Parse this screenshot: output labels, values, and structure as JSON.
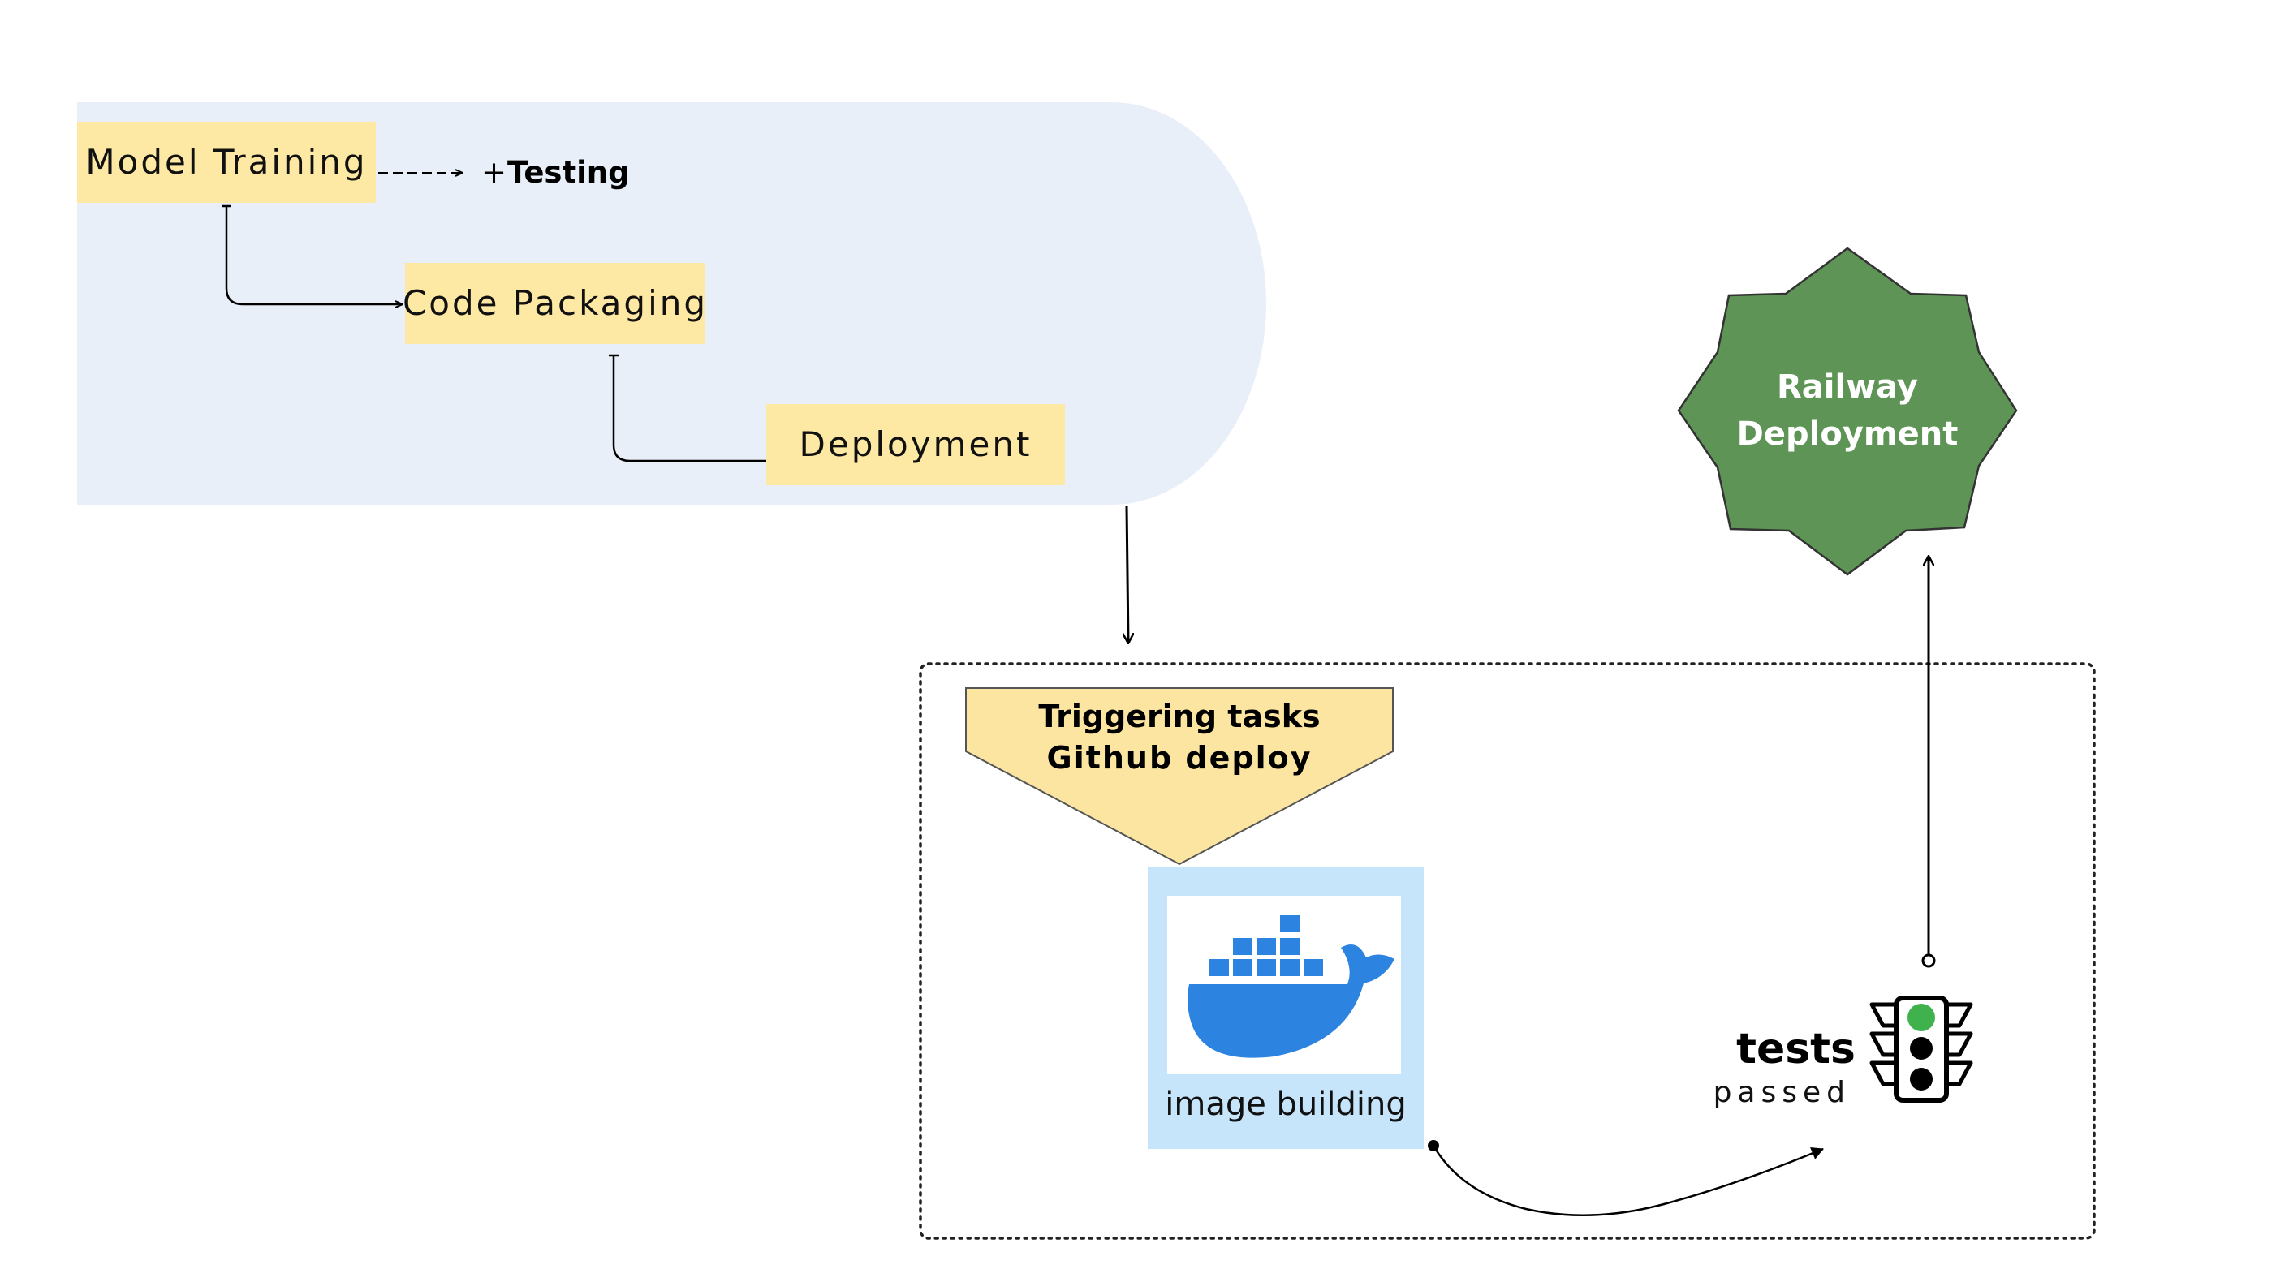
{
  "nodes": {
    "model_training": "Model Training",
    "testing_prefix": "+",
    "testing": "Testing",
    "code_packaging": "Code Packaging",
    "deployment": "Deployment",
    "trigger_line1": "Triggering tasks",
    "trigger_line2": "Github deploy",
    "image_building": "image building",
    "tests": "tests",
    "passed": "passed",
    "railway_line1": "Railway",
    "railway_line2": "Deployment"
  },
  "icons": {
    "docker": "docker-whale-icon",
    "traffic_light": "traffic-light-icon"
  },
  "colors": {
    "pipeline_bg": "#e9eff8",
    "step_box": "#fde8a4",
    "trigger_box": "#fbe5a1",
    "docker_frame": "#c6e5fb",
    "docker_blue": "#2c83e0",
    "railway_green": "#5e9456",
    "light_green": "#3fb24e"
  }
}
